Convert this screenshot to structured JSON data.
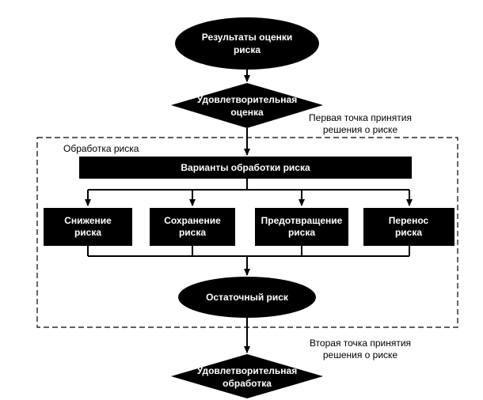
{
  "colors": {
    "shape_fill": "#000000",
    "text_on_shape": "#ffffff",
    "line": "#000000",
    "background": "#ffffff"
  },
  "start_node": {
    "line1": "Результаты оценки",
    "line2": "риска"
  },
  "decision1": {
    "line1": "Удовлетворительная",
    "line2": "оценка"
  },
  "decision_point1": {
    "line1": "Первая точка принятия",
    "line2": "решения о риске"
  },
  "treatment_group_label": "Обработка риска",
  "options_bar": "Варианты обработки риска",
  "options": [
    {
      "line1": "Снижение",
      "line2": "риска"
    },
    {
      "line1": "Сохранение",
      "line2": "риска"
    },
    {
      "line1": "Предотвращение",
      "line2": "риска"
    },
    {
      "line1": "Перенос",
      "line2": "риска"
    }
  ],
  "residual_node": "Остаточный риск",
  "decision_point2": {
    "line1": "Вторая точка принятия",
    "line2": "решения о риске"
  },
  "decision2": {
    "line1": "Удовлетворительная",
    "line2": "обработка"
  }
}
